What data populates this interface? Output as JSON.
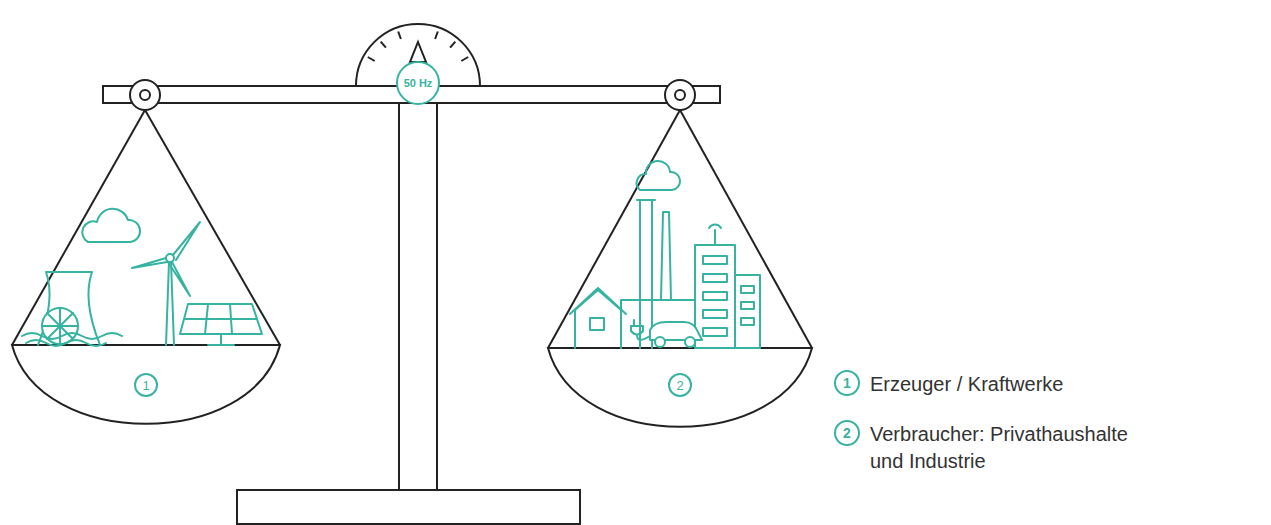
{
  "diagram": {
    "nodes": [
      {
        "text": [
          "50 Hz"
        ]
      },
      {
        "text": [
          "1"
        ]
      },
      {
        "text": [
          "2"
        ]
      },
      {
        "text": [
          "1"
        ]
      },
      {
        "text": [
          "2"
        ]
      }
    ],
    "labels": [
      "Erzeuger / Kraftwerke",
      "Verbraucher: Privathaushalte und Industrie"
    ]
  }
}
